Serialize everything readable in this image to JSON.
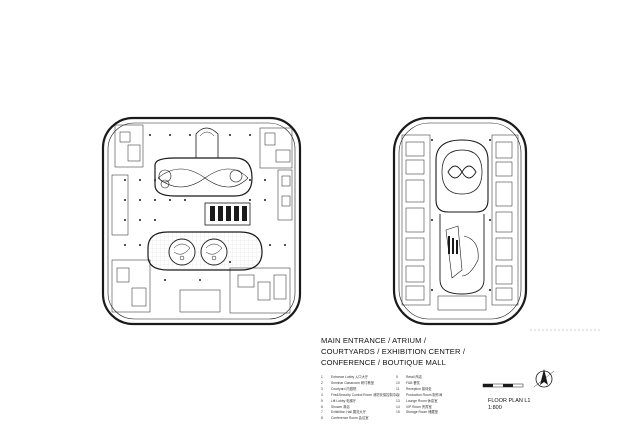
{
  "title": {
    "lines": [
      "MAIN ENTRANCE / ATRIUM /",
      "COURTYARDS / EXHIBITION CENTER /",
      "CONFERENCE / BOUTIQUE MALL"
    ]
  },
  "legend": {
    "left": [
      {
        "num": "1",
        "text": "Entrance Lobby 入口大厅"
      },
      {
        "num": "2",
        "text": "Seminar Classroom 研讨教室"
      },
      {
        "num": "3",
        "text": "Courtyard 内庭院"
      },
      {
        "num": "4",
        "text": "Fire&Security Control Room 消防安保控制中心"
      },
      {
        "num": "5",
        "text": "Lift Lobby 电梯厅"
      },
      {
        "num": "6",
        "text": "Shower 淋浴"
      },
      {
        "num": "7",
        "text": "Exhibition Hall 展览大厅"
      },
      {
        "num": "8",
        "text": "Conference Room 会议室"
      }
    ],
    "right": [
      {
        "num": "9",
        "text": "Retail 商店"
      },
      {
        "num": "10",
        "text": "F&B 餐饮"
      },
      {
        "num": "11",
        "text": "Reception 接待处"
      },
      {
        "num": "12",
        "text": "Production Room 制作间"
      },
      {
        "num": "13",
        "text": "Lounge Room 休息室"
      },
      {
        "num": "14",
        "text": "VIP Room 贵宾室"
      },
      {
        "num": "15",
        "text": "Storage Room 储藏室"
      }
    ]
  },
  "drawing": {
    "plan_label": "FLOOR PLAN L1",
    "scale": "1:800",
    "line_color": "#1a1a1a",
    "fill_color": "#ffffff"
  }
}
